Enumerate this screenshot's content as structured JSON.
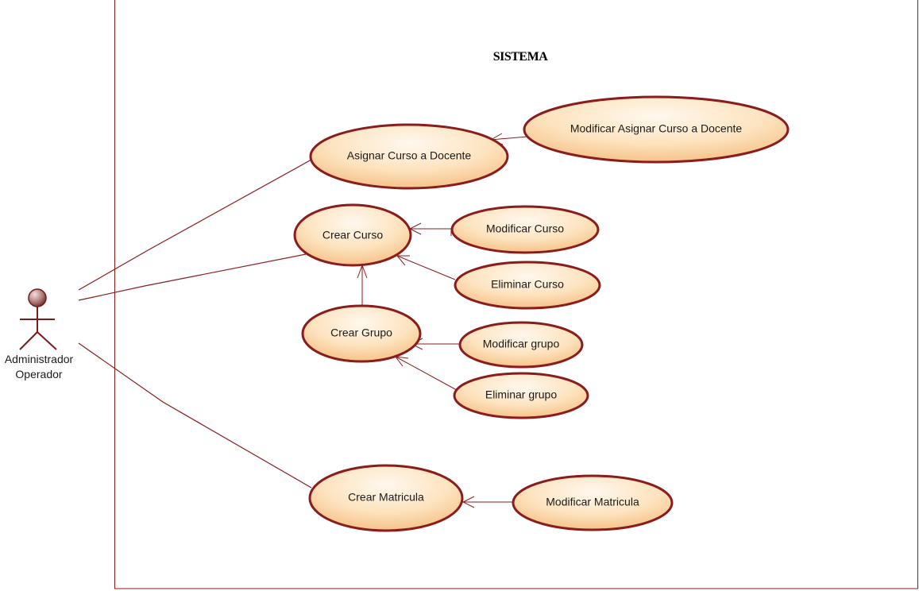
{
  "system": {
    "title": "SISTEMA"
  },
  "actor": {
    "line1": "Administrador",
    "line2": "Operador"
  },
  "use_cases": {
    "asignar_curso": "Asignar Curso a Docente",
    "modificar_asignar_curso": "Modificar Asignar Curso a Docente",
    "crear_curso": "Crear Curso",
    "modificar_curso": "Modificar Curso",
    "eliminar_curso": "Eliminar Curso",
    "crear_grupo": "Crear Grupo",
    "modificar_grupo": "Modificar grupo",
    "eliminar_grupo": "Eliminar grupo",
    "crear_matricula": "Crear Matricula",
    "modificar_matricula": "Modificar Matricula"
  },
  "colors": {
    "stroke": "#8a1c1c",
    "fill_light": "#fff6ea",
    "fill_dark": "#f7c58a"
  }
}
